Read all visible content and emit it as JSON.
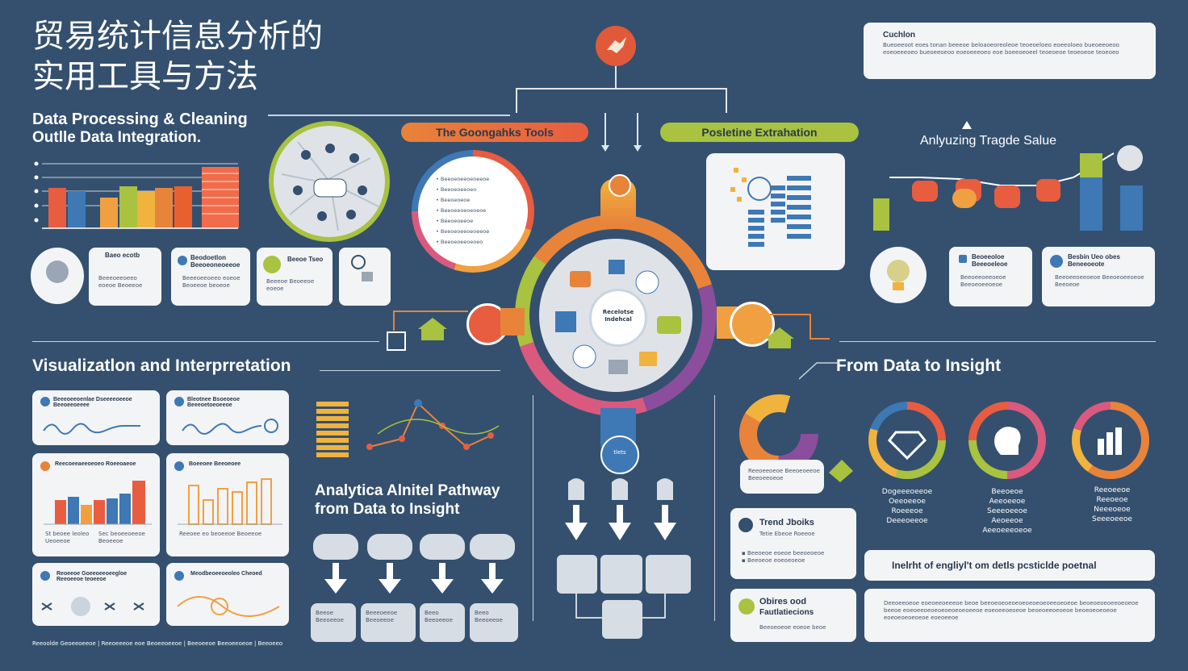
{
  "header": {
    "title_line1": "贸易统计信息分析的",
    "title_line2": "实用工具与方法"
  },
  "sections": {
    "processing_line1": "Data Processing & Cleaning",
    "processing_line2": "Outlle Data Integration.",
    "visualization": "Visualizatlon and Interprretation",
    "from_data": "From Data to Insight",
    "analytica_line1": "Analytica Alnitel Pathway",
    "analytica_line2": "from Data to Insight"
  },
  "pills": {
    "tools": "The Goongahks Tools",
    "extraction": "Posletine Extrahation"
  },
  "trade": {
    "label": "Anlyuzing Tragde Salue"
  },
  "caution": {
    "title": "Cuchlon",
    "text": "Bueoeeoot eoes tonan beeeoe beloaoeoreoleoe teoeoeloeo eoeeoloeo bueoeeoeoo eoeoeeeoeo bueoeeoeoo eoeoeeeoeo eoe boeeoeoeel teoeoeoe teoeoeoe teoeoeo"
  },
  "left_cards": [
    {
      "title": "Baeo ecotb"
    },
    {
      "title": "Beodoetlon Beeoeoneoeeoe"
    },
    {
      "title": "Beeoe Tseo"
    },
    {
      "title": ""
    }
  ],
  "center": {
    "hub": "Recelotse Indehcal",
    "bottom_icon": "tlets"
  },
  "right_cards": [
    {
      "title": "Beoeeoloe Beeeoeleoe"
    },
    {
      "title": "Besbin Ueo obes Beneeoeote"
    }
  ],
  "viz_cards": [
    {
      "title": "Beeeoeeoenlae Dseeeeoeeoe Beeoeeoeeee"
    },
    {
      "title": "Bleotnee Bsoeoeoe Beeeoetoeoeeoe"
    },
    {
      "title": "Reecoeeaeeoeoeo Roeeoaeoe"
    },
    {
      "title": "Boeeoee Beeoeoee"
    },
    {
      "title": "Reoeeoe Goeeoeeoeegloe Reeoeeoe teoeeoe"
    },
    {
      "title": "Meodbeoeeoeoleo Cheoed"
    }
  ],
  "viz_captions": [
    "St beoee leoleo Ueoeeoe",
    "Sec beoeeoeeoe Beoeeoe",
    "Reeoee eo beoeeoe Beoeeoe"
  ],
  "footer": "Reeoolde Geoeeoeeoe | Reeoeeeoe eoe Beoeeoeeoe | Beeoeeoe Beeoeeoeoe | Beeoeeo",
  "insight_icons": [
    {
      "caption": "Dogeeeoeeoe Oeeoeeoe Roeeeoe Deeeoeeoe"
    },
    {
      "caption": "Beeoeoe Aeeoeeoe Seeeoeeoe Aeoeeoe Aeeoeeeoeoe"
    },
    {
      "caption": "Reeoeeoe Reeoeoe Neeeoeoe Seeeoeeoe"
    }
  ],
  "trend": {
    "title": "Trend Jboiks",
    "sub": "Tetie Ebeoe Roeeoe"
  },
  "objects": {
    "title": "Obires ood",
    "sub": "Fautlatiecions"
  },
  "insight_bar": {
    "text": "Inelrht of engliyl't om detls pcsticlde poetnal"
  },
  "insight_body": "Deeoeeoeoe eoeoeeoeeeoe beoe beeoeoeoeoeoeoeoeoeoeeoeoeoe beoeoeoeoeeoeoeoe beeoe eoeoeeoeoeoeoeoeoeoeeoe eoeoeeoeoeoe beoeoeeoeoeoe beoeoeoeoeoe eoeoeoeoeoeoe eoeoeeoe",
  "pathway_labels": [
    "Beeoe Beeoeeoe",
    "Beeeoeeoe Beeoeeoe",
    "Beeo Beeoeeoe",
    "Beeo Beeoeeoe"
  ],
  "colors": {
    "bg": "#34506e",
    "orange": "#e8833a",
    "green": "#a9c23f",
    "purple": "#8a4e9c",
    "red": "#dc5c4a",
    "blue": "#3e78b5",
    "pink": "#d95a7e",
    "yellow": "#f0b33e"
  },
  "icons": [
    "bird-logo-icon",
    "arrow-down-icon",
    "chart-icon",
    "diamond-icon",
    "head-icon",
    "bar-chart-icon",
    "house-icon",
    "cart-icon"
  ]
}
